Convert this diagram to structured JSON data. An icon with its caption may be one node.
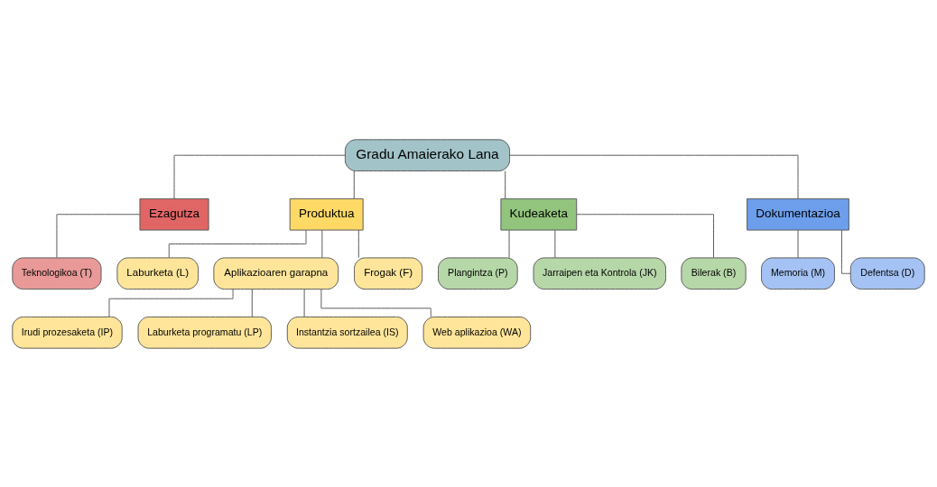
{
  "diagram": {
    "nodes": [
      {
        "text": [
          "Gradu Amaierako Lana"
        ]
      },
      {
        "text": [
          "Ezagutza"
        ]
      },
      {
        "text": [
          "Produktua"
        ]
      },
      {
        "text": [
          "Kudeaketa"
        ]
      },
      {
        "text": [
          "Dokumentazioa"
        ]
      },
      {
        "text": [
          "Teknologikoa (T)"
        ]
      },
      {
        "text": [
          "Laburketa (L)"
        ]
      },
      {
        "text": [
          "Aplikazioaren garapna"
        ]
      },
      {
        "text": [
          "Frogak (F)"
        ]
      },
      {
        "text": [
          "Irudi prozesaketa (IP)"
        ]
      },
      {
        "text": [
          "Laburketa programatu (LP)"
        ]
      },
      {
        "text": [
          "Instantzia sortzailea (IS)"
        ]
      },
      {
        "text": [
          "Web aplikazioa (WA)"
        ]
      },
      {
        "text": [
          "Plangintza (P)"
        ]
      },
      {
        "text": [
          "Jarraipen eta Kontrola (JK)"
        ]
      },
      {
        "text": [
          "Bilerak (B)"
        ]
      },
      {
        "text": [
          "Memoria (M)"
        ]
      },
      {
        "text": [
          "Defentsa (D)"
        ]
      }
    ],
    "edges": [
      {
        "from": 0,
        "to": 1,
        "arrow": "none"
      },
      {
        "from": 0,
        "to": 2,
        "arrow": "none"
      },
      {
        "from": 0,
        "to": 3,
        "arrow": "none"
      },
      {
        "from": 0,
        "to": 4,
        "arrow": "none"
      },
      {
        "from": 1,
        "to": 5,
        "arrow": "none"
      },
      {
        "from": 2,
        "to": 6,
        "arrow": "none"
      },
      {
        "from": 2,
        "to": 7,
        "arrow": "none"
      },
      {
        "from": 2,
        "to": 8,
        "arrow": "none"
      },
      {
        "from": 7,
        "to": 9,
        "arrow": "none"
      },
      {
        "from": 7,
        "to": 10,
        "arrow": "none"
      },
      {
        "from": 7,
        "to": 11,
        "arrow": "none"
      },
      {
        "from": 7,
        "to": 12,
        "arrow": "none"
      },
      {
        "from": 3,
        "to": 13,
        "arrow": "none"
      },
      {
        "from": 3,
        "to": 14,
        "arrow": "none"
      },
      {
        "from": 3,
        "to": 15,
        "arrow": "none"
      },
      {
        "from": 4,
        "to": 16,
        "arrow": "none"
      },
      {
        "from": 4,
        "to": 17,
        "arrow": "none"
      }
    ]
  }
}
